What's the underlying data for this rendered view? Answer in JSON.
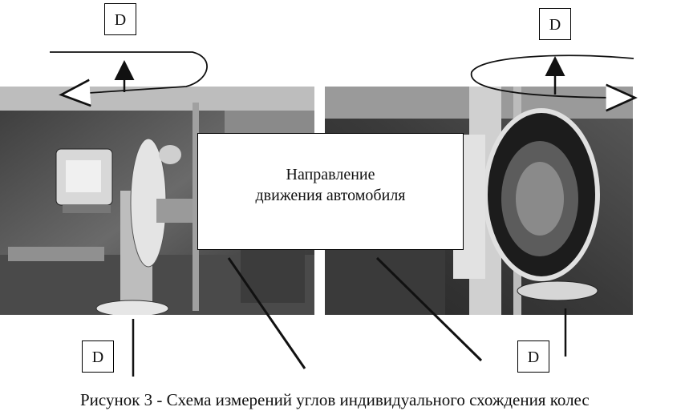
{
  "figure": {
    "marker_label": "D",
    "center_label": {
      "line1": "Направление",
      "line2": "движения автомобиля"
    },
    "caption": "Рисунок 3 - Схема измерений углов индивидуального схождения колес"
  }
}
